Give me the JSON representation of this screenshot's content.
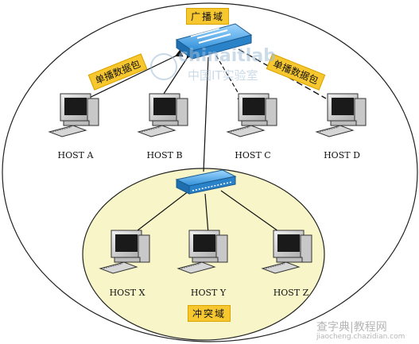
{
  "labels": {
    "broadcast_domain": "广播域",
    "collision_domain": "冲突域",
    "unicast_left": "单播数据包",
    "unicast_right": "单播数据包"
  },
  "hosts": [
    {
      "name": "HOST A"
    },
    {
      "name": "HOST B"
    },
    {
      "name": "HOST C"
    },
    {
      "name": "HOST D"
    },
    {
      "name": "HOST X"
    },
    {
      "name": "HOST Y"
    },
    {
      "name": "HOST Z"
    }
  ],
  "watermark": {
    "site": "chinaitlab",
    "site_cn": "中国IT实验室",
    "corner_cn": "查字典|教程网",
    "corner_url": "jiaocheng.chazidian.com"
  },
  "colors": {
    "outer_fill": "#ffffff",
    "inner_fill": "#f8f6c8",
    "tag_fill": "#f7c72f",
    "switch_blue": "#2f8fd8"
  }
}
